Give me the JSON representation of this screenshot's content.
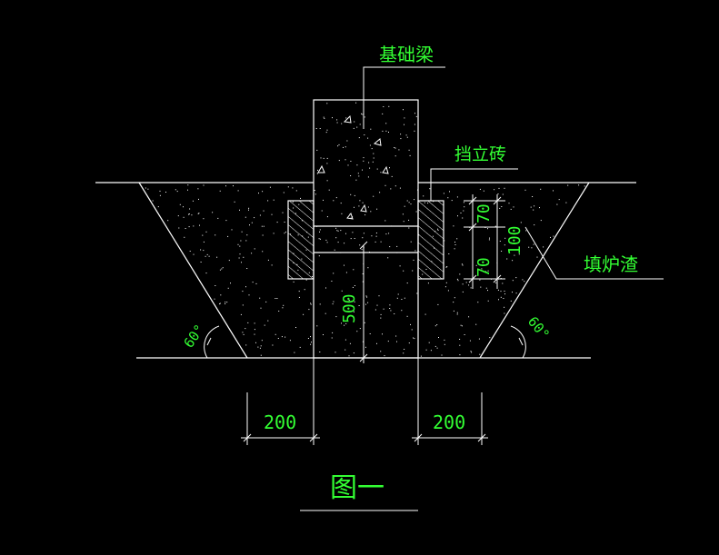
{
  "colors": {
    "background": "#000000",
    "linework": "#ffffff",
    "text": "#33ff33"
  },
  "labels": {
    "foundation_beam": "基础梁",
    "retaining_brick": "挡立砖",
    "fill_slag": "填炉渣",
    "figure_title": "图一"
  },
  "dimensions": {
    "slope_angle_left": "60°",
    "slope_angle_right": "60°",
    "depth": "500",
    "brick_height_upper": "70",
    "brick_height_lower": "70",
    "brick_total": "100",
    "width_left": "200",
    "width_right": "200"
  }
}
